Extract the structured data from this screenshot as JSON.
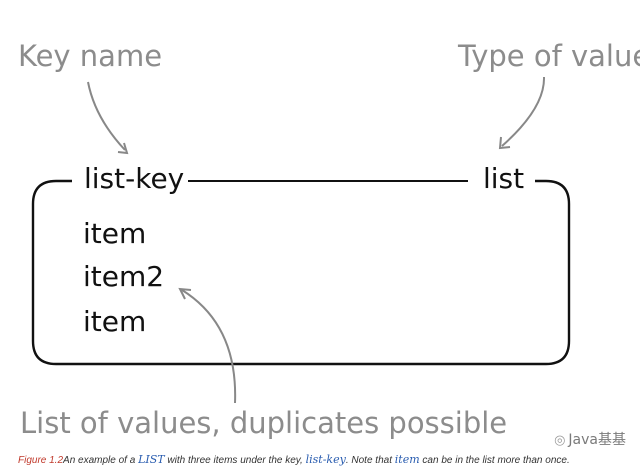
{
  "annotations": {
    "key_name": "Key name",
    "type_of_value": "Type of value",
    "values_note": "List of values, duplicates possible"
  },
  "box": {
    "key": "list-key",
    "type": "list",
    "items": [
      "item",
      "item2",
      "item"
    ]
  },
  "caption": {
    "figure_label": "Figure 1.2",
    "text_1": "An example of a ",
    "code_1": "LIST",
    "text_2": " with three items under the key, ",
    "code_2": "list-key",
    "text_3": ". Note that ",
    "code_3": "item",
    "text_4": " can be in the list more than once."
  },
  "watermark": {
    "icon": "wechat-icon",
    "text": "Java基基"
  }
}
